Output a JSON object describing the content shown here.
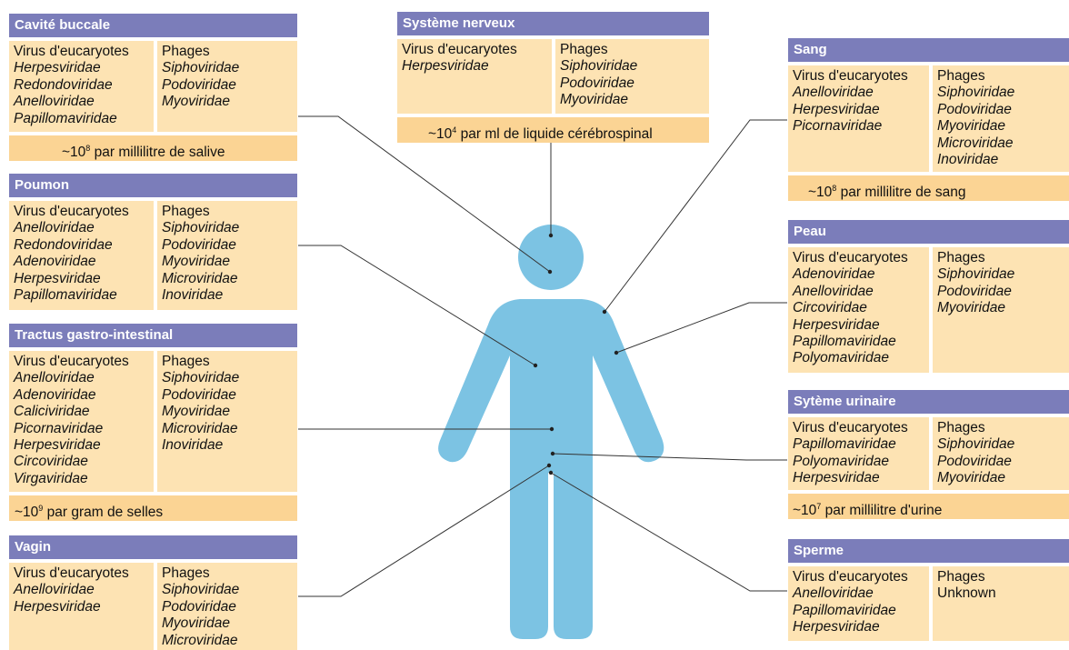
{
  "colors": {
    "header": "#7b7dba",
    "column_bg": "#fde3b3",
    "count_bg": "#fbd494",
    "body_figure": "#7cc3e3",
    "connector": "#333333"
  },
  "panels": {
    "cavite_buccale": {
      "title": "Cavité buccale",
      "eukaryote_title": "Virus d'eucaryotes",
      "eukaryotes": [
        "Herpesviridae",
        "Redondoviridae",
        "Anelloviridae",
        "Papillomaviridae"
      ],
      "phage_title": "Phages",
      "phages": [
        "Siphoviridae",
        "Podoviridae",
        "Myoviridae"
      ],
      "count": {
        "prefix": "~10",
        "exponent": "8",
        "text": "par millilitre de salive"
      }
    },
    "poumon": {
      "title": "Poumon",
      "eukaryote_title": "Virus d'eucaryotes",
      "eukaryotes": [
        "Anelloviridae",
        "Redondoviridae",
        "Adenoviridae",
        "Herpesviridae",
        "Papillomaviridae"
      ],
      "phage_title": "Phages",
      "phages": [
        "Siphoviridae",
        "Podoviridae",
        "Myoviridae",
        "Microviridae",
        "Inoviridae"
      ]
    },
    "gastro": {
      "title": "Tractus gastro-intestinal",
      "eukaryote_title": "Virus d'eucaryotes",
      "eukaryotes": [
        "Anelloviridae",
        "Adenoviridae",
        "Caliciviridae",
        "Picornaviridae",
        "Herpesviridae",
        "Circoviridae",
        "Virgaviridae"
      ],
      "phage_title": "Phages",
      "phages": [
        "Siphoviridae",
        "Podoviridae",
        "Myoviridae",
        "Microviridae",
        "Inoviridae"
      ],
      "count": {
        "prefix": "~10",
        "exponent": "9",
        "text": "par gram de selles"
      }
    },
    "vagin": {
      "title": "Vagin",
      "eukaryote_title": "Virus d'eucaryotes",
      "eukaryotes": [
        "Anelloviridae",
        "Herpesviridae"
      ],
      "phage_title": "Phages",
      "phages": [
        "Siphoviridae",
        "Podoviridae",
        "Myoviridae",
        "Microviridae"
      ]
    },
    "nerveux": {
      "title": "Système nerveux",
      "eukaryote_title": "Virus d'eucaryotes",
      "eukaryotes": [
        "Herpesviridae"
      ],
      "phage_title": "Phages",
      "phages": [
        "Siphoviridae",
        "Podoviridae",
        "Myoviridae"
      ],
      "count": {
        "prefix": "~10",
        "exponent": "4",
        "text": "par ml de liquide cérébrospinal"
      }
    },
    "sang": {
      "title": "Sang",
      "eukaryote_title": "Virus d'eucaryotes",
      "eukaryotes": [
        "Anelloviridae",
        "Herpesviridae",
        "Picornaviridae"
      ],
      "phage_title": "Phages",
      "phages": [
        "Siphoviridae",
        "Podoviridae",
        "Myoviridae",
        "Microviridae",
        "Inoviridae"
      ],
      "count": {
        "prefix": "~10",
        "exponent": "8",
        "text": "par millilitre de sang"
      }
    },
    "peau": {
      "title": "Peau",
      "eukaryote_title": "Virus d'eucaryotes",
      "eukaryotes": [
        "Adenoviridae",
        "Anelloviridae",
        "Circoviridae",
        "Herpesviridae",
        "Papillomaviridae",
        "Polyomaviridae"
      ],
      "phage_title": "Phages",
      "phages": [
        "Siphoviridae",
        "Podoviridae",
        "Myoviridae"
      ]
    },
    "urinaire": {
      "title": "Sytème urinaire",
      "eukaryote_title": "Virus d'eucaryotes",
      "eukaryotes": [
        "Papillomaviridae",
        "Polyomaviridae",
        "Herpesviridae"
      ],
      "phage_title": "Phages",
      "phages": [
        "Siphoviridae",
        "Podoviridae",
        "Myoviridae"
      ],
      "count": {
        "prefix": "~10",
        "exponent": "7",
        "text": "par millilitre d'urine"
      }
    },
    "sperme": {
      "title": "Sperme",
      "eukaryote_title": "Virus d'eucaryotes",
      "eukaryotes": [
        "Anelloviridae",
        "Papillomaviridae",
        "Herpesviridae"
      ],
      "phage_title": "Phages",
      "phages_plain": [
        "Unknown"
      ]
    }
  }
}
